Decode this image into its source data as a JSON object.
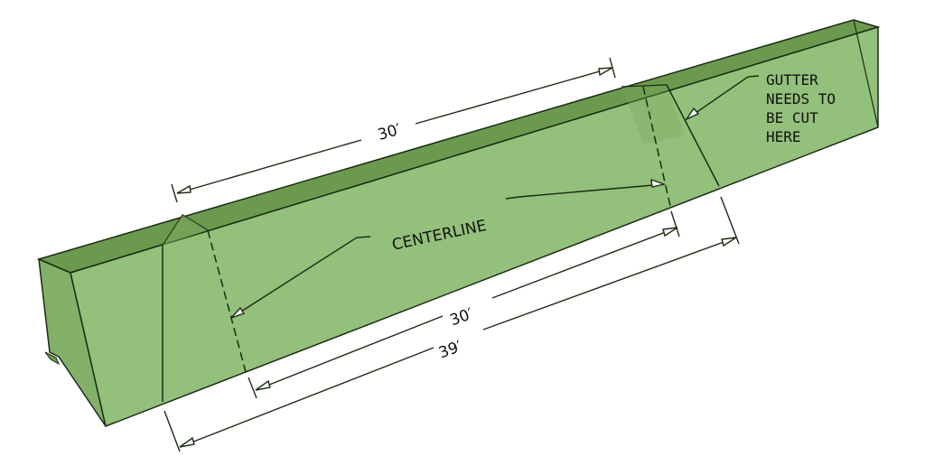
{
  "diagram": {
    "subject": "gutter cut diagram",
    "colors": {
      "face": "#93c07a",
      "top": "#6b9a4e",
      "side": "#82b068",
      "line": "#1b2b14",
      "background": "#ffffff"
    },
    "labels": {
      "top_dimension": "30′",
      "centerline": "CENTERLINE",
      "bottom_dimension_inner": "30′",
      "bottom_dimension_outer": "39′",
      "cut_note_line1": "GUTTER",
      "cut_note_line2": "NEEDS TO",
      "cut_note_line3": "BE CUT",
      "cut_note_line4": "HERE"
    }
  }
}
